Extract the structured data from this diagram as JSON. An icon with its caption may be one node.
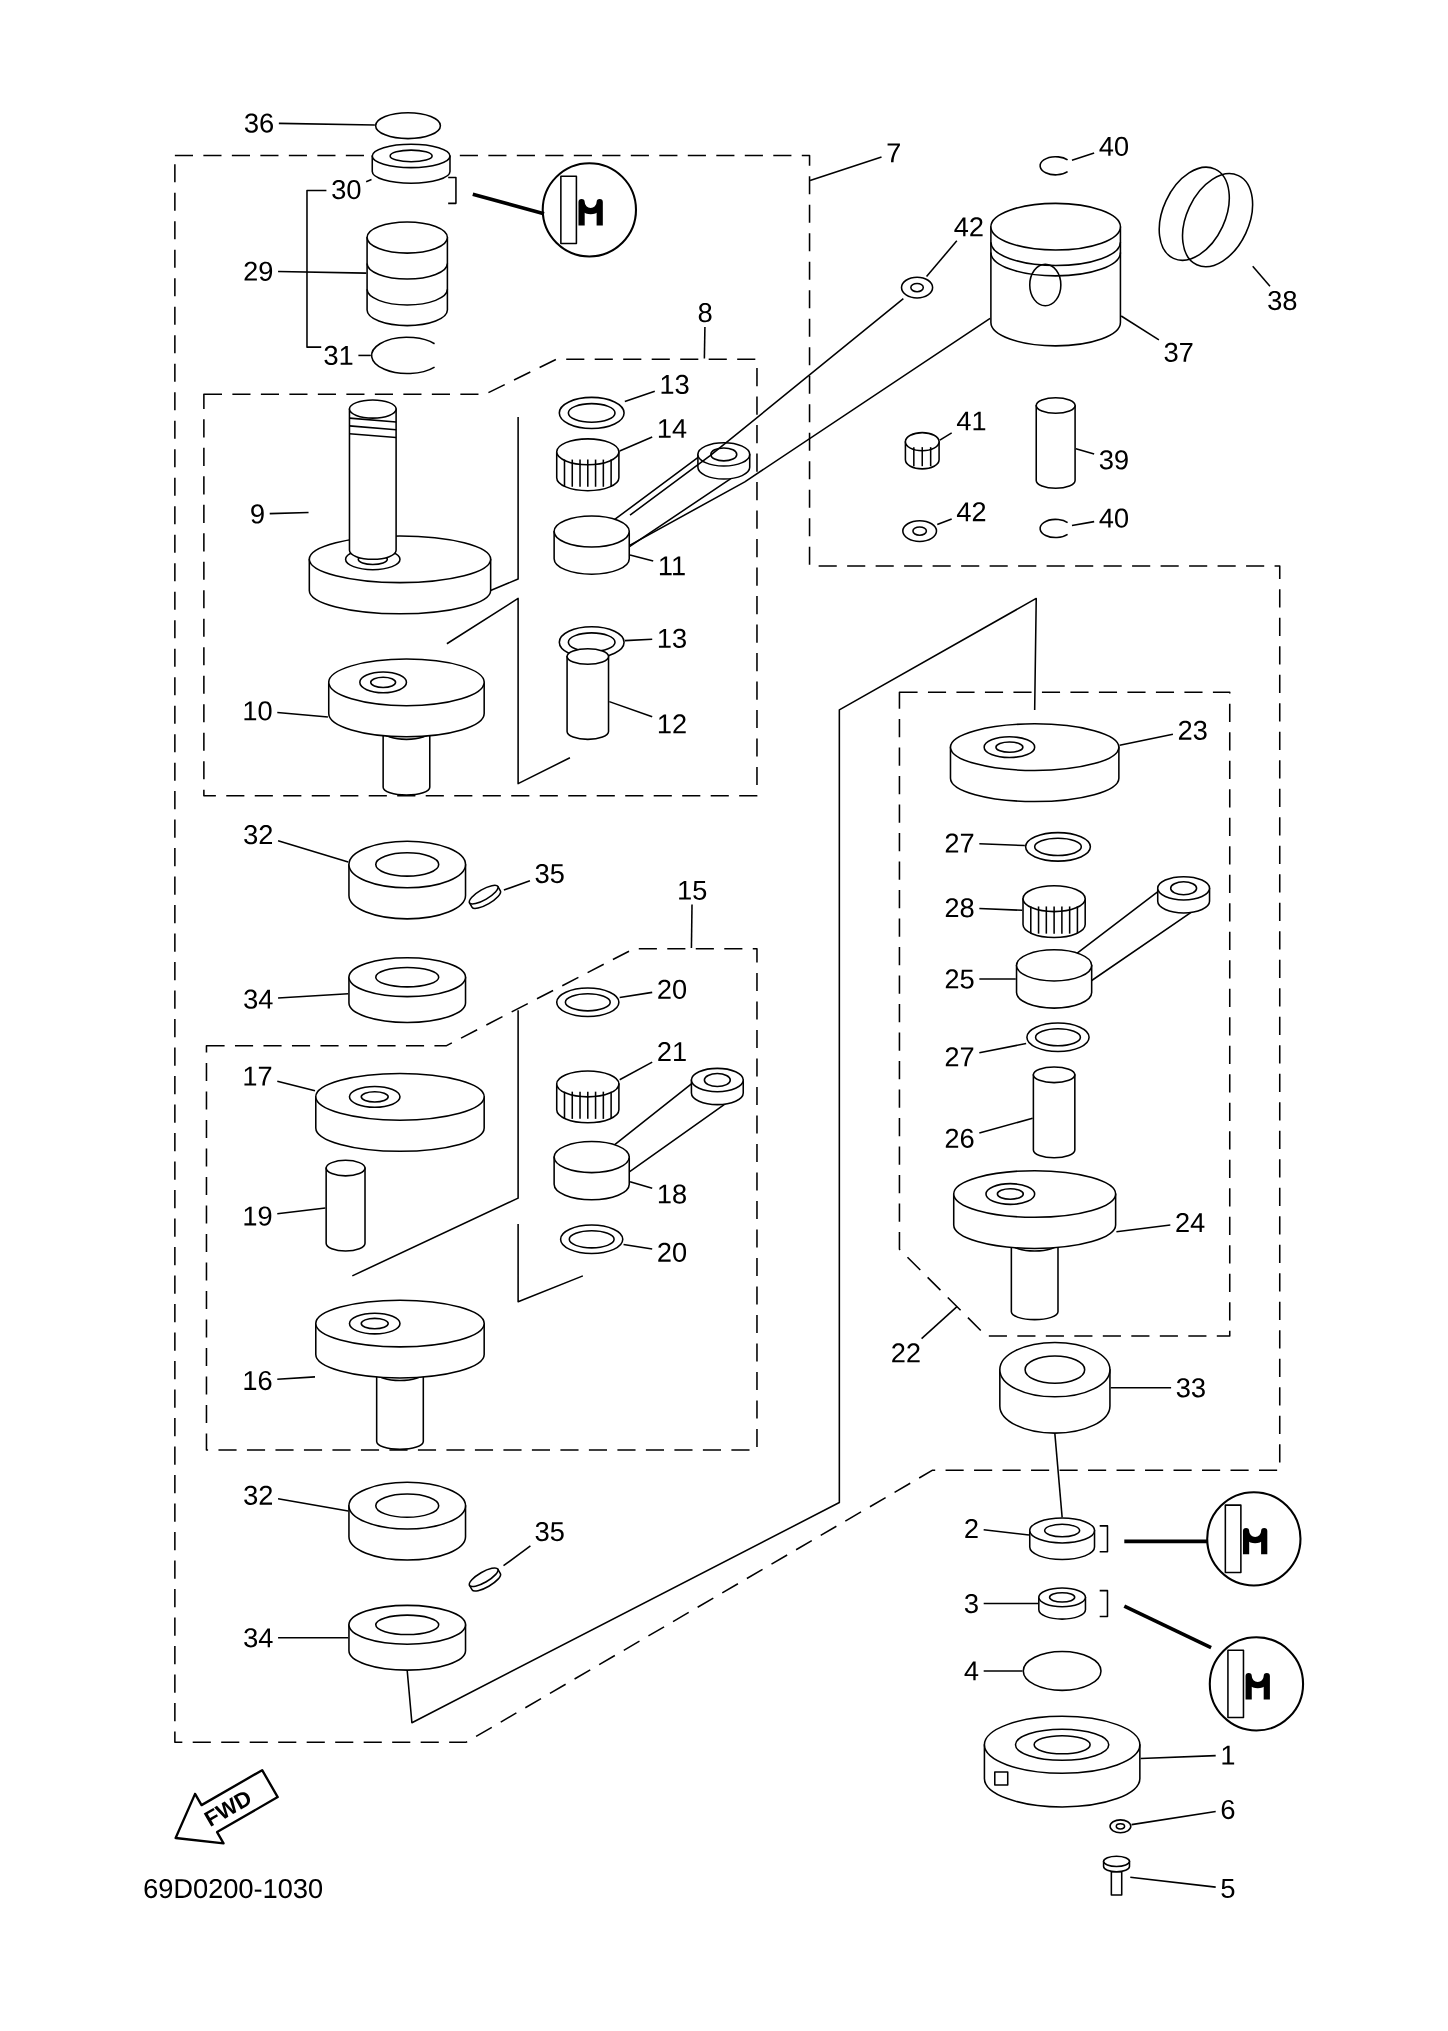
{
  "diagram": {
    "nodes": [
      {
        "text": [
          "36"
        ]
      },
      {
        "text": [],
        "shape": "circle"
      },
      {
        "text": [
          "7"
        ]
      },
      {
        "text": [
          "30"
        ],
        "in": 96
      },
      {
        "text": [],
        "shape": "cylinder",
        "in": 96
      },
      {
        "text": [
          "40"
        ]
      },
      {
        "text": [],
        "shape": "circle"
      },
      {
        "text": [
          "42"
        ]
      },
      {
        "text": [],
        "shape": "circle"
      },
      {
        "text": [
          "29"
        ],
        "in": 96
      },
      {
        "text": [],
        "shape": "cylinder",
        "in": 96
      },
      {
        "text": [
          "38"
        ]
      },
      {
        "text": [],
        "shape": "picture"
      },
      {
        "text": [
          "37"
        ]
      },
      {
        "text": [],
        "shape": "picture"
      },
      {
        "text": [
          "8"
        ],
        "in": 96
      },
      {
        "text": [
          "31"
        ],
        "in": 96
      },
      {
        "text": [],
        "shape": "circle",
        "in": 96
      },
      {
        "text": [
          "13"
        ],
        "in": 97
      },
      {
        "text": [],
        "shape": "circle",
        "in": 97
      },
      {
        "text": [
          "14"
        ],
        "in": 97
      },
      {
        "text": [],
        "shape": "cylinder",
        "in": 97
      },
      {
        "text": [
          "41"
        ]
      },
      {
        "text": [],
        "shape": "cylinder"
      },
      {
        "text": [
          "39"
        ]
      },
      {
        "text": [],
        "shape": "cylinder"
      },
      {
        "text": [
          "42"
        ]
      },
      {
        "text": [],
        "shape": "circle"
      },
      {
        "text": [
          "9"
        ],
        "in": 97
      },
      {
        "text": [],
        "shape": "picture",
        "in": 97
      },
      {
        "text": [
          "40"
        ]
      },
      {
        "text": [],
        "shape": "circle"
      },
      {
        "text": [
          "11"
        ],
        "in": 97
      },
      {
        "text": [],
        "shape": "cylinder",
        "in": 97
      },
      {
        "text": [
          "13"
        ],
        "in": 97
      },
      {
        "text": [],
        "shape": "circle",
        "in": 97
      },
      {
        "text": [
          "10"
        ],
        "in": 97
      },
      {
        "text": [],
        "shape": "picture",
        "in": 97
      },
      {
        "text": [
          "12"
        ],
        "in": 97
      },
      {
        "text": [],
        "shape": "cylinder",
        "in": 97
      },
      {
        "text": [
          "23"
        ],
        "in": 99
      },
      {
        "text": [],
        "shape": "cylinder",
        "in": 99
      },
      {
        "text": [
          "32"
        ],
        "in": 96
      },
      {
        "text": [],
        "shape": "cylinder",
        "in": 96
      },
      {
        "text": [
          "27"
        ],
        "in": 99
      },
      {
        "text": [],
        "shape": "circle",
        "in": 99
      },
      {
        "text": [
          "35"
        ],
        "in": 96
      },
      {
        "text": [],
        "shape": "cylinder",
        "in": 96
      },
      {
        "text": [
          "15"
        ],
        "in": 96
      },
      {
        "text": [
          "28"
        ],
        "in": 99
      },
      {
        "text": [],
        "shape": "cylinder",
        "in": 99
      },
      {
        "text": [
          "34"
        ],
        "in": 96
      },
      {
        "text": [],
        "shape": "cylinder",
        "in": 96
      },
      {
        "text": [
          "25"
        ],
        "in": 99
      },
      {
        "text": [],
        "shape": "cylinder",
        "in": 99
      },
      {
        "text": [
          "20"
        ],
        "in": 98
      },
      {
        "text": [],
        "shape": "circle",
        "in": 98
      },
      {
        "text": [
          "21"
        ],
        "in": 98
      },
      {
        "text": [],
        "shape": "cylinder",
        "in": 98
      },
      {
        "text": [
          "27"
        ],
        "in": 99
      },
      {
        "text": [],
        "shape": "circle",
        "in": 99
      },
      {
        "text": [
          "17"
        ],
        "in": 98
      },
      {
        "text": [],
        "shape": "cylinder",
        "in": 98
      },
      {
        "text": [
          "18"
        ],
        "in": 98
      },
      {
        "text": [],
        "shape": "cylinder",
        "in": 98
      },
      {
        "text": [
          "26"
        ],
        "in": 99
      },
      {
        "text": [],
        "shape": "cylinder",
        "in": 99
      },
      {
        "text": [
          "19"
        ],
        "in": 98
      },
      {
        "text": [],
        "shape": "cylinder",
        "in": 98
      },
      {
        "text": [
          "24"
        ],
        "in": 99
      },
      {
        "text": [],
        "shape": "picture",
        "in": 99
      },
      {
        "text": [
          "20"
        ],
        "in": 98
      },
      {
        "text": [],
        "shape": "circle",
        "in": 98
      },
      {
        "text": [
          "22"
        ],
        "in": 96
      },
      {
        "text": [
          "16"
        ],
        "in": 98
      },
      {
        "text": [],
        "shape": "picture",
        "in": 98
      },
      {
        "text": [
          "33"
        ],
        "in": 96
      },
      {
        "text": [],
        "shape": "cylinder",
        "in": 96
      },
      {
        "text": [
          "32"
        ],
        "in": 96
      },
      {
        "text": [],
        "shape": "cylinder",
        "in": 96
      },
      {
        "text": [
          "35"
        ],
        "in": 96
      },
      {
        "text": [],
        "shape": "cylinder",
        "in": 96
      },
      {
        "text": [
          "2"
        ]
      },
      {
        "text": [],
        "shape": "cylinder"
      },
      {
        "text": [
          "3"
        ]
      },
      {
        "text": [],
        "shape": "cylinder"
      },
      {
        "text": [
          "34"
        ],
        "in": 96
      },
      {
        "text": [],
        "shape": "cylinder",
        "in": 96
      },
      {
        "text": [
          "4"
        ]
      },
      {
        "text": [],
        "shape": "circle"
      },
      {
        "text": [
          "1"
        ]
      },
      {
        "text": [],
        "shape": "cylinder"
      },
      {
        "text": [
          "6"
        ]
      },
      {
        "text": [],
        "shape": "circle"
      },
      {
        "text": [
          "5"
        ]
      },
      {
        "text": [],
        "shape": "picture"
      },
      {
        "text": [],
        "shape": "box"
      },
      {
        "text": [],
        "shape": "box",
        "in": 96
      },
      {
        "text": [],
        "shape": "box",
        "in": 96
      },
      {
        "text": [],
        "shape": "box",
        "in": 96
      }
    ],
    "edges": [
      {
        "from": 0,
        "to": 1,
        "arrow": "none"
      },
      {
        "from": 3,
        "to": 4,
        "arrow": "none"
      },
      {
        "from": 5,
        "to": 6,
        "arrow": "none"
      },
      {
        "from": 7,
        "to": 8,
        "arrow": "none"
      },
      {
        "from": 9,
        "to": 10,
        "arrow": "none"
      },
      {
        "from": 11,
        "to": 12,
        "arrow": "none"
      },
      {
        "from": 13,
        "to": 14,
        "arrow": "none"
      },
      {
        "from": 16,
        "to": 17,
        "arrow": "none"
      },
      {
        "from": 18,
        "to": 19,
        "arrow": "none"
      },
      {
        "from": 20,
        "to": 21,
        "arrow": "none"
      },
      {
        "from": 22,
        "to": 23,
        "arrow": "none"
      },
      {
        "from": 24,
        "to": 25,
        "arrow": "none"
      },
      {
        "from": 26,
        "to": 27,
        "arrow": "none"
      },
      {
        "from": 28,
        "to": 29,
        "arrow": "none"
      },
      {
        "from": 30,
        "to": 31,
        "arrow": "none"
      },
      {
        "from": 32,
        "to": 33,
        "arrow": "none"
      },
      {
        "from": 34,
        "to": 35,
        "arrow": "none"
      },
      {
        "from": 36,
        "to": 37,
        "arrow": "none"
      },
      {
        "from": 38,
        "to": 39,
        "arrow": "none"
      },
      {
        "from": 40,
        "to": 41,
        "arrow": "none"
      },
      {
        "from": 42,
        "to": 43,
        "arrow": "none"
      },
      {
        "from": 44,
        "to": 45,
        "arrow": "none"
      },
      {
        "from": 46,
        "to": 47,
        "arrow": "none"
      },
      {
        "from": 49,
        "to": 50,
        "arrow": "none"
      },
      {
        "from": 51,
        "to": 52,
        "arrow": "none"
      },
      {
        "from": 53,
        "to": 54,
        "arrow": "none"
      },
      {
        "from": 55,
        "to": 56,
        "arrow": "none"
      },
      {
        "from": 57,
        "to": 58,
        "arrow": "none"
      },
      {
        "from": 59,
        "to": 60,
        "arrow": "none"
      },
      {
        "from": 61,
        "to": 62,
        "arrow": "none"
      },
      {
        "from": 63,
        "to": 64,
        "arrow": "none"
      },
      {
        "from": 65,
        "to": 66,
        "arrow": "none"
      },
      {
        "from": 67,
        "to": 68,
        "arrow": "none"
      },
      {
        "from": 69,
        "to": 70,
        "arrow": "none"
      },
      {
        "from": 71,
        "to": 72,
        "arrow": "none"
      },
      {
        "from": 74,
        "to": 75,
        "arrow": "none"
      },
      {
        "from": 76,
        "to": 77,
        "arrow": "none"
      },
      {
        "from": 78,
        "to": 79,
        "arrow": "none"
      },
      {
        "from": 80,
        "to": 81,
        "arrow": "none"
      },
      {
        "from": 82,
        "to": 83,
        "arrow": "none"
      },
      {
        "from": 84,
        "to": 85,
        "arrow": "none"
      },
      {
        "from": 86,
        "to": 87,
        "arrow": "none"
      },
      {
        "from": 88,
        "to": 89,
        "arrow": "none"
      },
      {
        "from": 90,
        "to": 91,
        "arrow": "none"
      },
      {
        "from": 92,
        "to": 93,
        "arrow": "none"
      },
      {
        "from": 94,
        "to": 95,
        "arrow": "none"
      },
      {
        "from": 2,
        "to": 96,
        "arrow": "none"
      },
      {
        "from": 15,
        "to": 97,
        "arrow": "none"
      },
      {
        "from": 48,
        "to": 98,
        "arrow": "none"
      },
      {
        "from": 73,
        "to": 99,
        "arrow": "none"
      },
      {
        "from": 33,
        "to": 14,
        "arrow": "none"
      },
      {
        "from": 33,
        "to": 8,
        "arrow": "none"
      },
      {
        "from": 41,
        "to": 87,
        "arrow": "none"
      },
      {
        "from": 77,
        "to": 83,
        "arrow": "none"
      }
    ],
    "labels": [
      "FWD",
      "69D0200-1030"
    ]
  }
}
